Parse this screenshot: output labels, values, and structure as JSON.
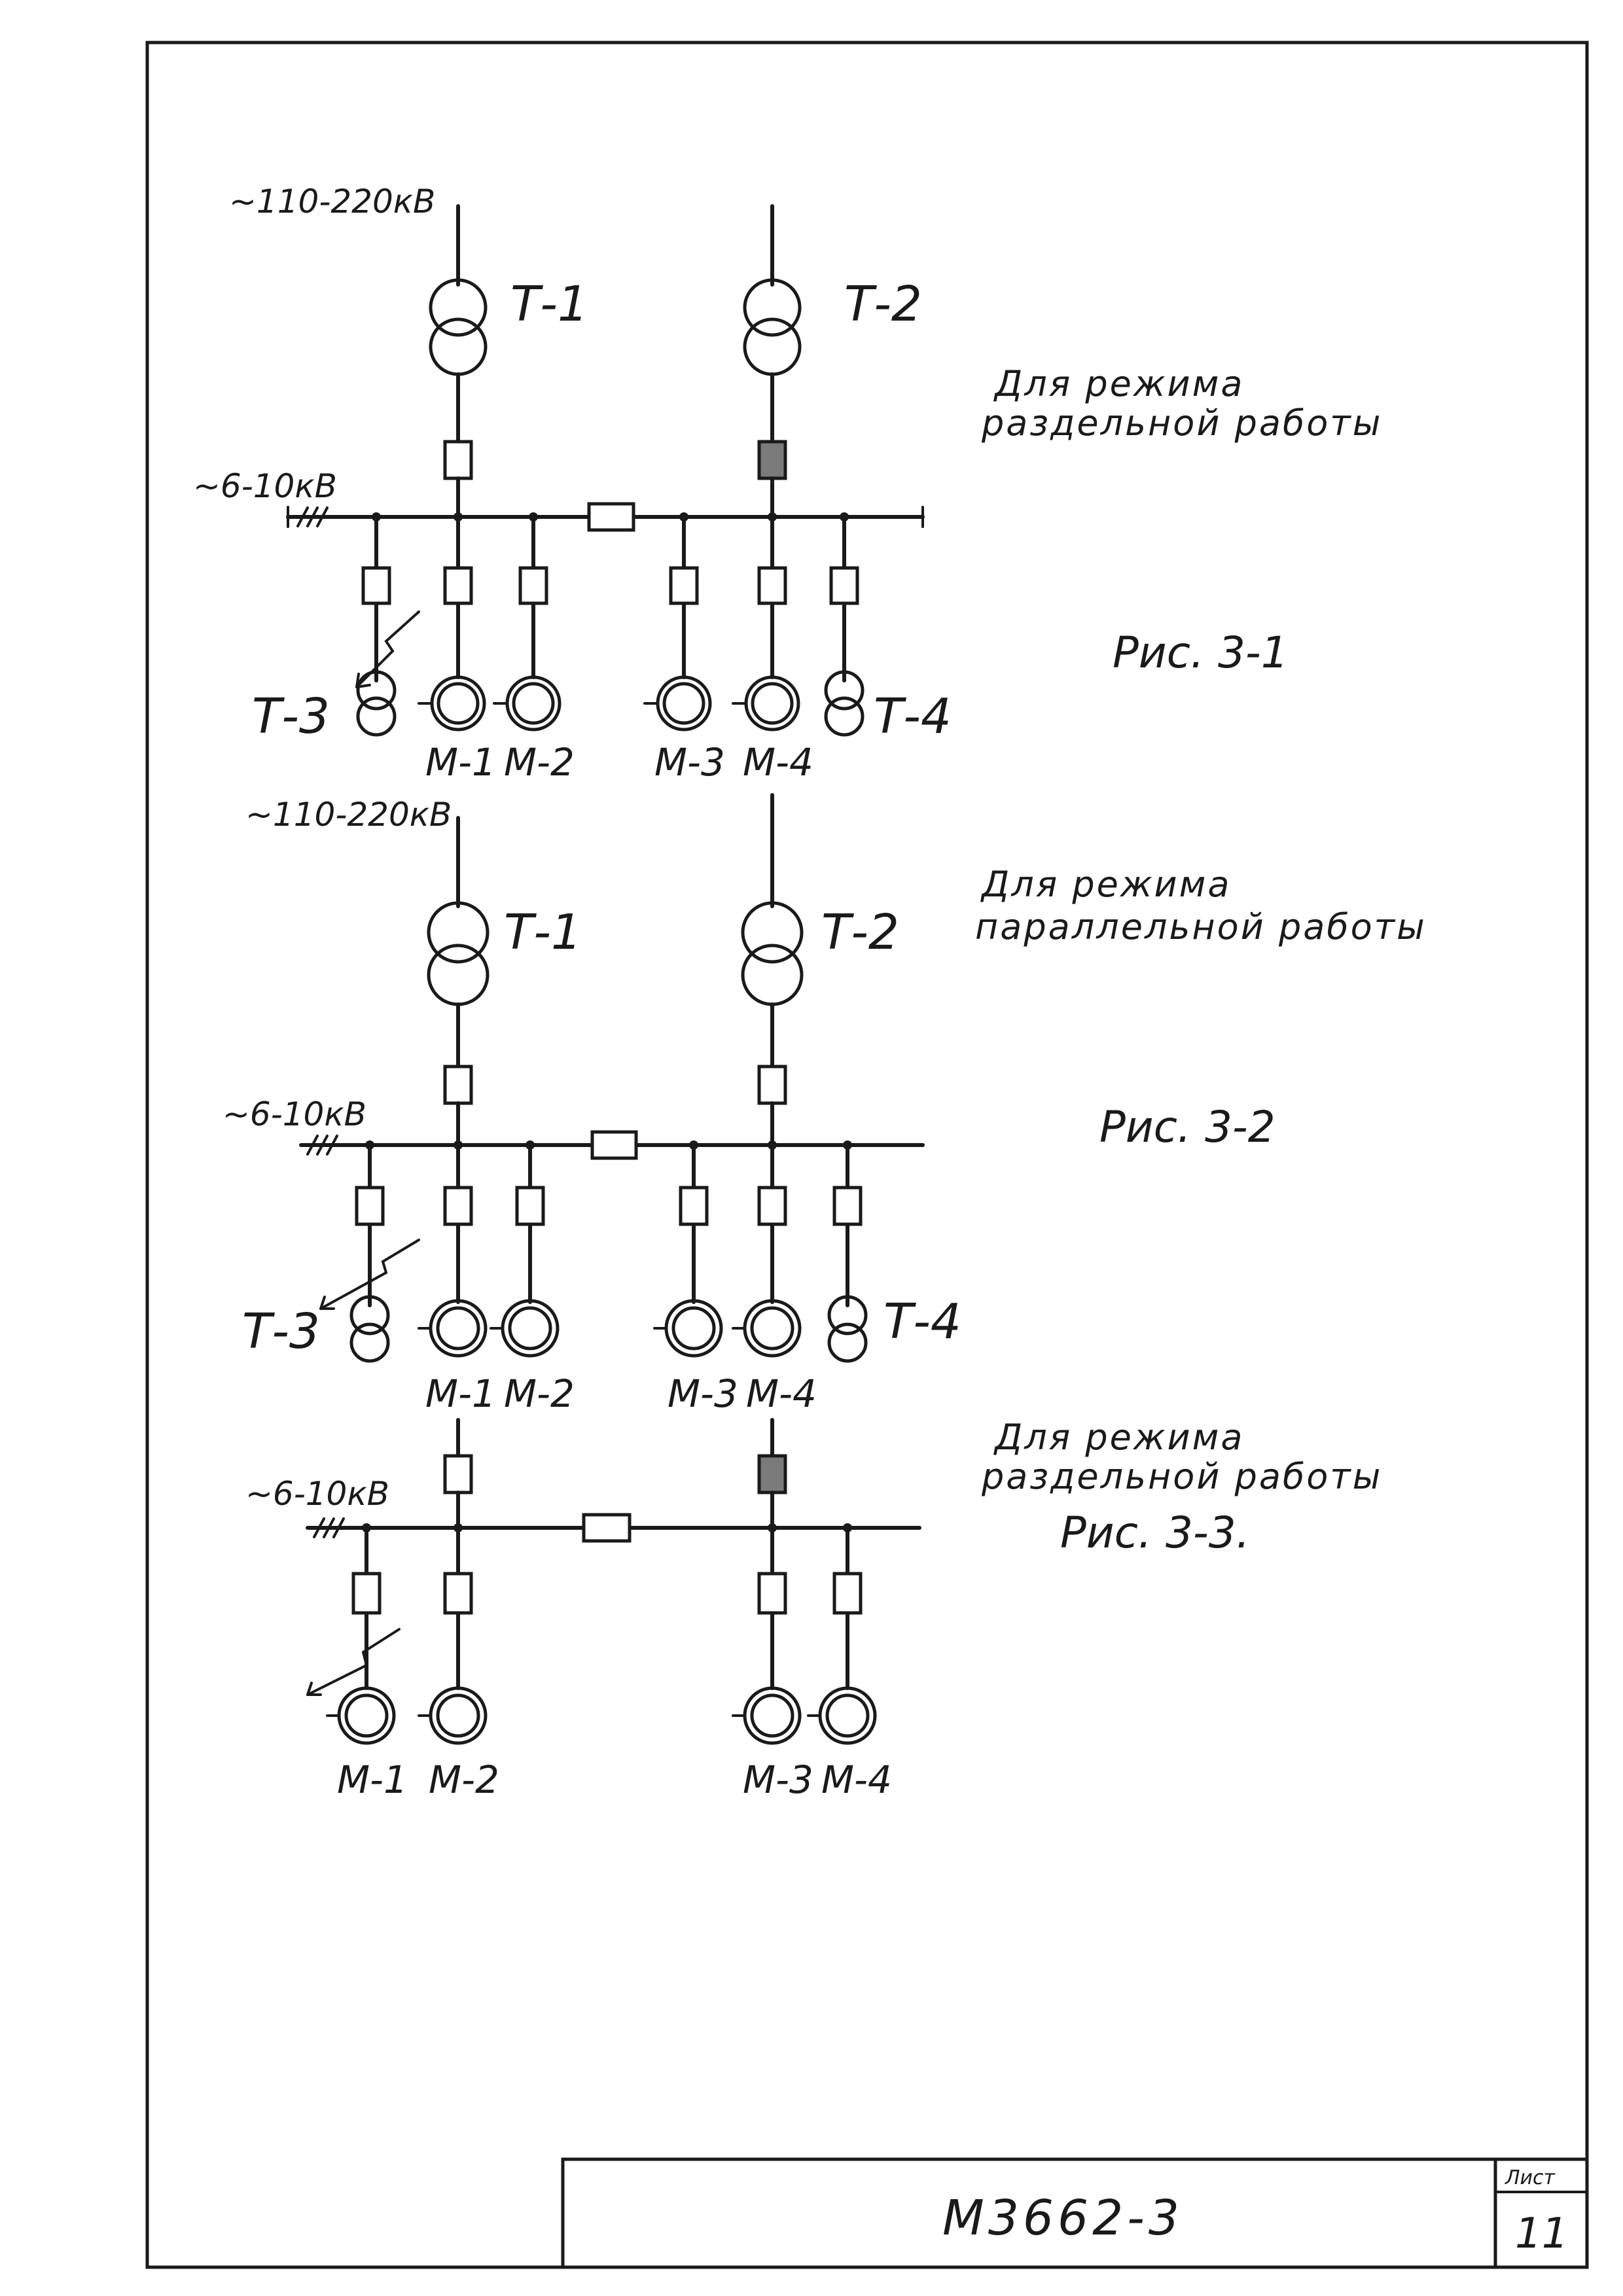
{
  "document": {
    "code": "М3662-3",
    "sheet_label": "Лист",
    "sheet_number": "11"
  },
  "fig1": {
    "hv_label": "~110-220кВ",
    "lv_label": "~6-10кВ",
    "t1": "Т-1",
    "t2": "Т-2",
    "t3": "Т-3",
    "t4": "Т-4",
    "m1": "М-1",
    "m2": "М-2",
    "m3": "М-3",
    "m4": "М-4",
    "mode_line1": "Для режима",
    "mode_line2": "раздельной работы",
    "caption": "Рис. 3-1"
  },
  "fig2": {
    "hv_label": "~110-220кВ",
    "lv_label": "~6-10кВ",
    "t1": "Т-1",
    "t2": "Т-2",
    "t3": "Т-3",
    "t4": "Т-4",
    "m1": "М-1",
    "m2": "М-2",
    "m3": "М-3",
    "m4": "М-4",
    "mode_line1": "Для режима",
    "mode_line2": "параллельной работы",
    "caption": "Рис. 3-2"
  },
  "fig3": {
    "lv_label": "~6-10кВ",
    "m1": "М-1",
    "m2": "М-2",
    "m3": "М-3",
    "m4": "М-4",
    "mode_line1": "Для режима",
    "mode_line2": "раздельной работы",
    "caption": "Рис. 3-3."
  }
}
